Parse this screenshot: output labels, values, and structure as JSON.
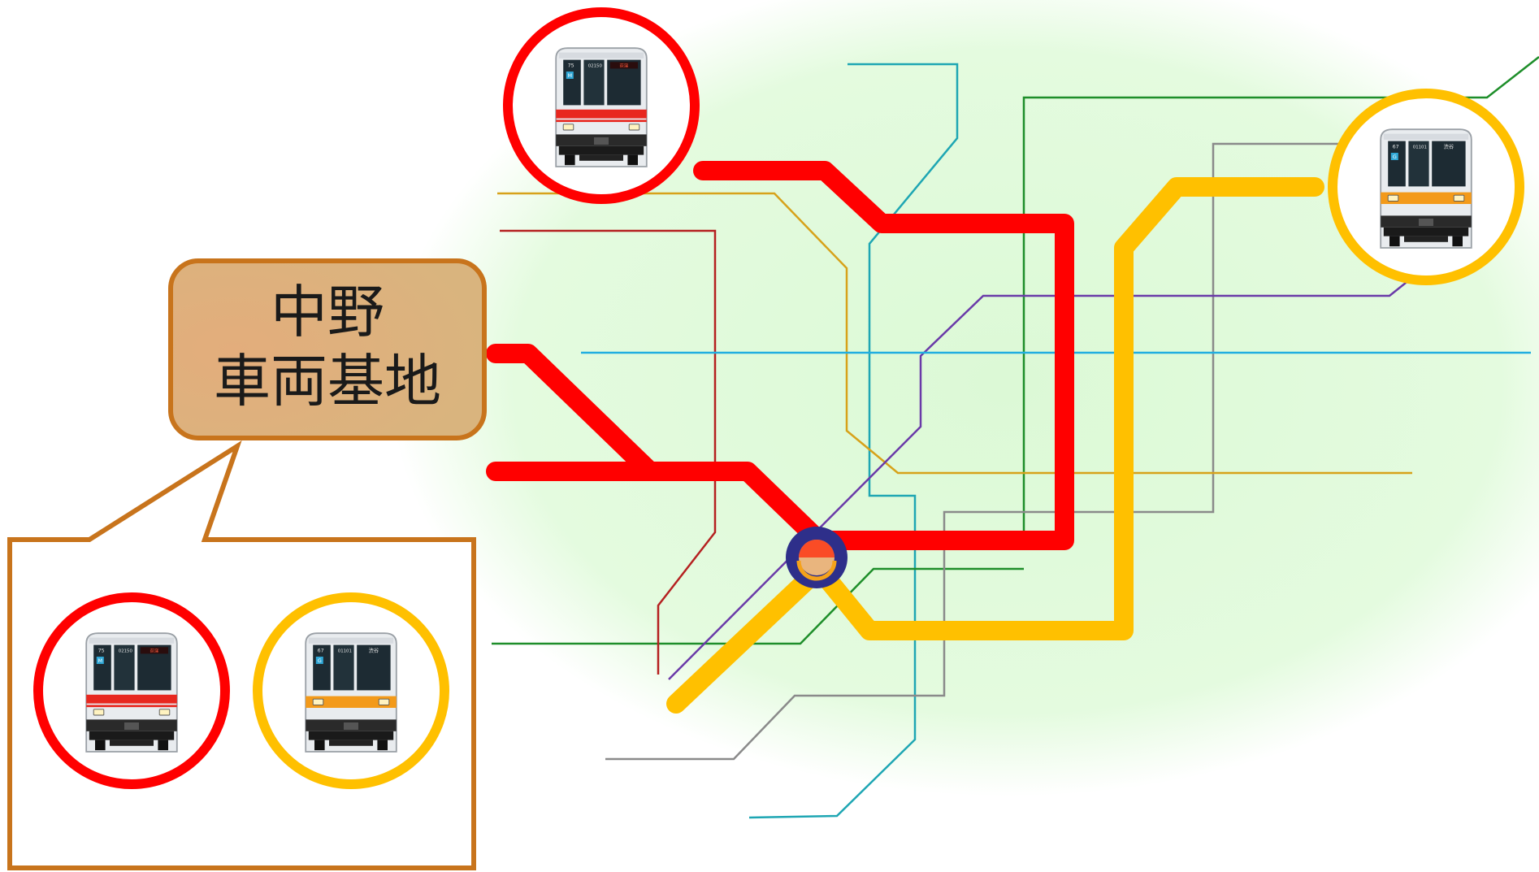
{
  "depot_label": {
    "line1": "中野",
    "line2": "車両基地"
  },
  "trains": {
    "red": {
      "car_number": "75",
      "train_number": "02 150",
      "destination": "荻 窪",
      "logo_text": "M"
    },
    "orange": {
      "car_number": "67",
      "train_number": "01 101",
      "destination": "渋 谷",
      "logo_text": "G"
    }
  },
  "colors": {
    "marunouchi_red": "#ff0000",
    "ginza_orange": "#ffc000",
    "label_fill": "#e6b07e",
    "label_border": "#c8741c",
    "background_ellipse": "#e4fbdf",
    "station_ring": "#2e2f8a"
  },
  "icons": [
    "red-train-front-icon",
    "orange-train-front-icon",
    "station-marker-icon"
  ]
}
